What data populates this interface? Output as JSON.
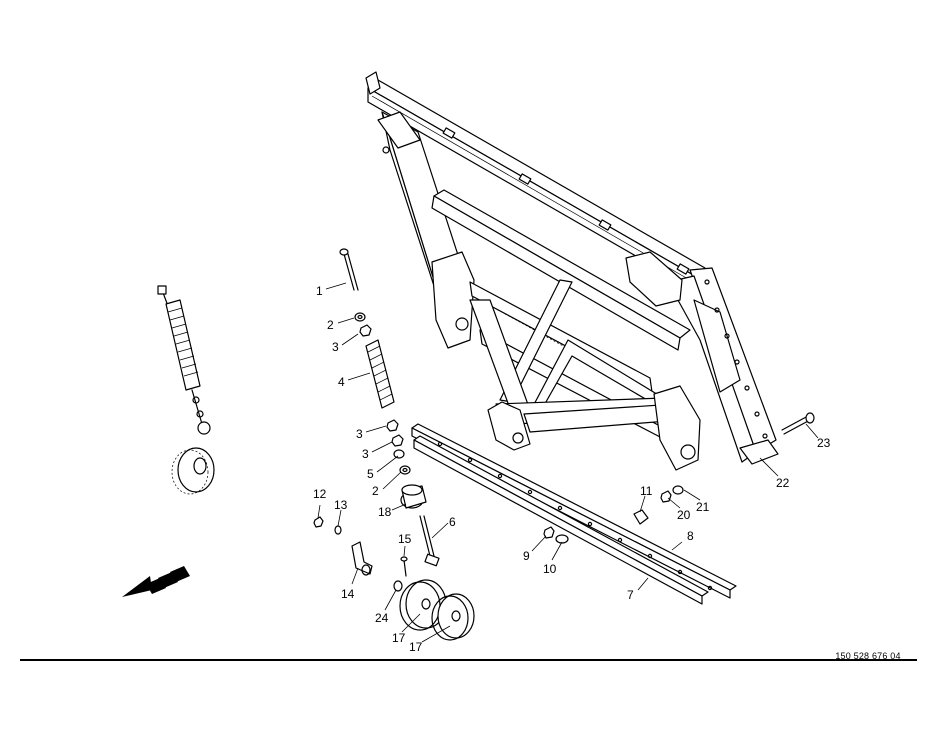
{
  "drawing": {
    "number": "150 528 676 04",
    "callouts": [
      {
        "id": "c1",
        "label": "1"
      },
      {
        "id": "c2a",
        "label": "2"
      },
      {
        "id": "c3a",
        "label": "3"
      },
      {
        "id": "c4",
        "label": "4"
      },
      {
        "id": "c3b",
        "label": "3"
      },
      {
        "id": "c3c",
        "label": "3"
      },
      {
        "id": "c5",
        "label": "5"
      },
      {
        "id": "c2b",
        "label": "2"
      },
      {
        "id": "c6",
        "label": "6"
      },
      {
        "id": "c7",
        "label": "7"
      },
      {
        "id": "c8",
        "label": "8"
      },
      {
        "id": "c9",
        "label": "9"
      },
      {
        "id": "c10",
        "label": "10"
      },
      {
        "id": "c11",
        "label": "11"
      },
      {
        "id": "c12",
        "label": "12"
      },
      {
        "id": "c13",
        "label": "13"
      },
      {
        "id": "c14",
        "label": "14"
      },
      {
        "id": "c15",
        "label": "15"
      },
      {
        "id": "c17a",
        "label": "17"
      },
      {
        "id": "c17b",
        "label": "17"
      },
      {
        "id": "c18",
        "label": "18"
      },
      {
        "id": "c20",
        "label": "20"
      },
      {
        "id": "c21",
        "label": "21"
      },
      {
        "id": "c22",
        "label": "22"
      },
      {
        "id": "c23",
        "label": "23"
      },
      {
        "id": "c24",
        "label": "24"
      }
    ]
  }
}
